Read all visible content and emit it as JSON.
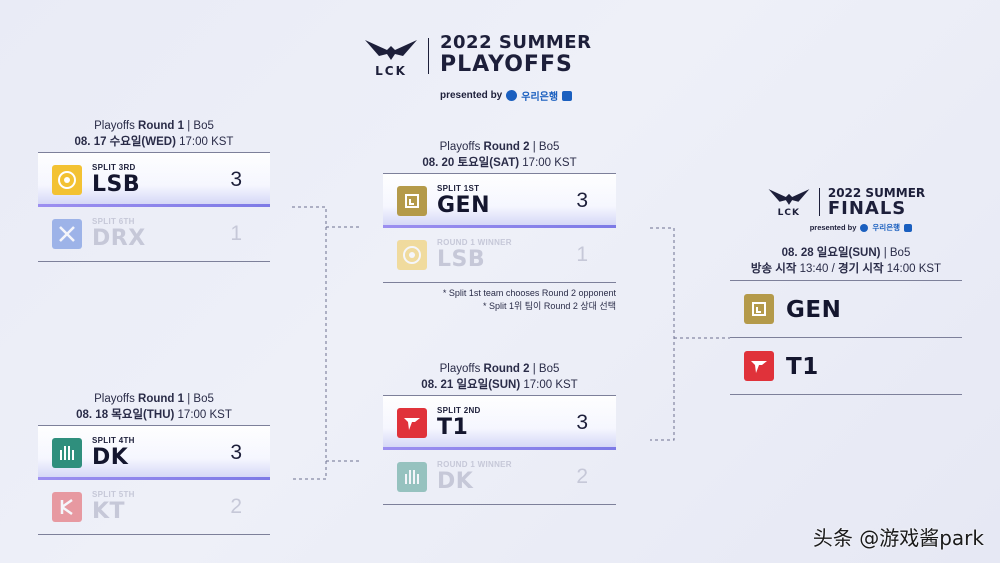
{
  "header": {
    "logo_text": "LCK",
    "title_line1": "2022 SUMMER",
    "title_line2": "PLAYOFFS",
    "presented_by": "presented by",
    "sponsor": "우리은행"
  },
  "round1_match1": {
    "label_prefix": "Playoffs ",
    "label_round": "Round 1",
    "label_suffix": " | Bo5",
    "date_bold": "08. 17 수요일(WED)",
    "time": " 17:00 KST",
    "teams": [
      {
        "seed": "SPLIT 3RD",
        "name": "LSB",
        "score": "3",
        "color": "#f3c233"
      },
      {
        "seed": "SPLIT 6TH",
        "name": "DRX",
        "score": "1",
        "color": "#3f6fd8"
      }
    ]
  },
  "round1_match2": {
    "label_prefix": "Playoffs ",
    "label_round": "Round 1",
    "label_suffix": " | Bo5",
    "date_bold": "08. 18 목요일(THU)",
    "time": " 17:00 KST",
    "teams": [
      {
        "seed": "SPLIT 4TH",
        "name": "DK",
        "score": "3",
        "color": "#2f8f7d"
      },
      {
        "seed": "SPLIT 5TH",
        "name": "KT",
        "score": "2",
        "color": "#e0323a"
      }
    ]
  },
  "round2_match1": {
    "label_prefix": "Playoffs ",
    "label_round": "Round 2",
    "label_suffix": " | Bo5",
    "date_bold": "08. 20 토요일(SAT)",
    "time": " 17:00 KST",
    "teams": [
      {
        "seed": "SPLIT 1ST",
        "name": "GEN",
        "score": "3",
        "color": "#b49a4a"
      },
      {
        "seed": "ROUND 1 WINNER",
        "name": "LSB",
        "score": "1",
        "color": "#f3c233"
      }
    ],
    "note_line1": "* Split 1st team chooses Round 2 opponent",
    "note_line2": "* Split 1위 팀이 Round 2 상대 선택"
  },
  "round2_match2": {
    "label_prefix": "Playoffs ",
    "label_round": "Round 2",
    "label_suffix": " | Bo5",
    "date_bold": "08. 21 일요일(SUN)",
    "time": " 17:00 KST",
    "teams": [
      {
        "seed": "SPLIT 2ND",
        "name": "T1",
        "score": "3",
        "color": "#e0323a"
      },
      {
        "seed": "ROUND 1 WINNER",
        "name": "DK",
        "score": "2",
        "color": "#2f8f7d"
      }
    ]
  },
  "finals": {
    "logo_text": "LCK",
    "title_line1": "2022 SUMMER",
    "title_line2": "FINALS",
    "presented_by": "presented by",
    "sponsor": "우리은행",
    "date_bold": "08. 28 일요일(SUN)",
    "date_suffix": " | Bo5",
    "broadcast_label": "방송 시작",
    "broadcast_time": " 13:40",
    "separator": " / ",
    "game_label": "경기 시작",
    "game_time": " 14:00 KST",
    "teams": [
      {
        "name": "GEN",
        "color": "#b49a4a"
      },
      {
        "name": "T1",
        "color": "#e0323a"
      }
    ]
  },
  "watermark": "头条 @游戏酱park"
}
